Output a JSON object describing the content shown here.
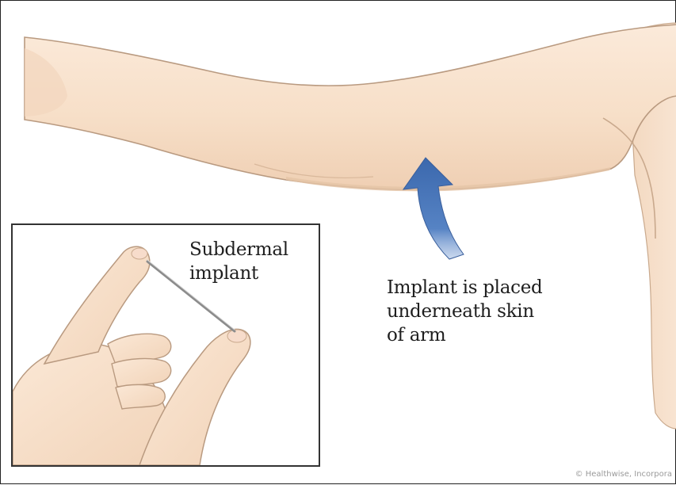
{
  "inset": {
    "caption_line1": "Subdermal",
    "caption_line2": "implant"
  },
  "annotation": {
    "line1": "Implant is placed",
    "line2": "underneath skin",
    "line3": "of arm"
  },
  "credit": "© Healthwise, Incorpora",
  "colors": {
    "skin": "#f8e3cf",
    "skin_shadow": "#e8c6a8",
    "outline": "#b99a80",
    "arrow": "#3f6fb4",
    "border": "#333333"
  }
}
